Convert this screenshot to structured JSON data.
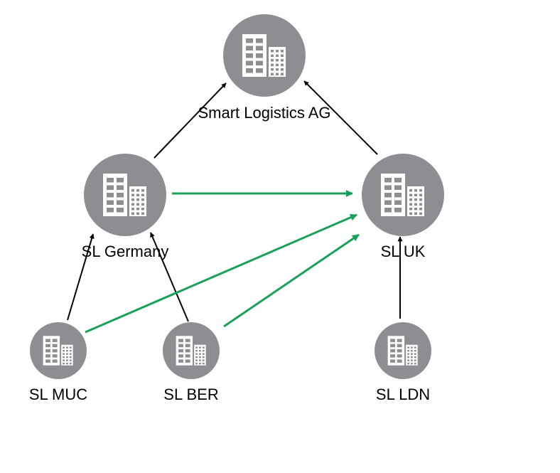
{
  "colors": {
    "node_fill": "#8e8e92",
    "icon": "#ffffff",
    "hierarchy_edge": "#000000",
    "relation_edge": "#1aa05a"
  },
  "nodes": [
    {
      "id": "smart-logistics-ag",
      "label": "Smart Logistics AG",
      "icon": "building-icon"
    },
    {
      "id": "sl-germany",
      "label": "SL Germany",
      "icon": "building-icon"
    },
    {
      "id": "sl-uk",
      "label": "SL UK",
      "icon": "building-icon"
    },
    {
      "id": "sl-muc",
      "label": "SL MUC",
      "icon": "building-icon"
    },
    {
      "id": "sl-ber",
      "label": "SL BER",
      "icon": "building-icon"
    },
    {
      "id": "sl-ldn",
      "label": "SL LDN",
      "icon": "building-icon"
    }
  ],
  "edges": [
    {
      "from": "sl-germany",
      "to": "smart-logistics-ag",
      "kind": "hierarchy"
    },
    {
      "from": "sl-uk",
      "to": "smart-logistics-ag",
      "kind": "hierarchy"
    },
    {
      "from": "sl-muc",
      "to": "sl-germany",
      "kind": "hierarchy"
    },
    {
      "from": "sl-ber",
      "to": "sl-germany",
      "kind": "hierarchy"
    },
    {
      "from": "sl-ldn",
      "to": "sl-uk",
      "kind": "hierarchy"
    },
    {
      "from": "sl-germany",
      "to": "sl-uk",
      "kind": "relation"
    },
    {
      "from": "sl-muc",
      "to": "sl-uk",
      "kind": "relation"
    },
    {
      "from": "sl-ber",
      "to": "sl-uk",
      "kind": "relation"
    }
  ]
}
